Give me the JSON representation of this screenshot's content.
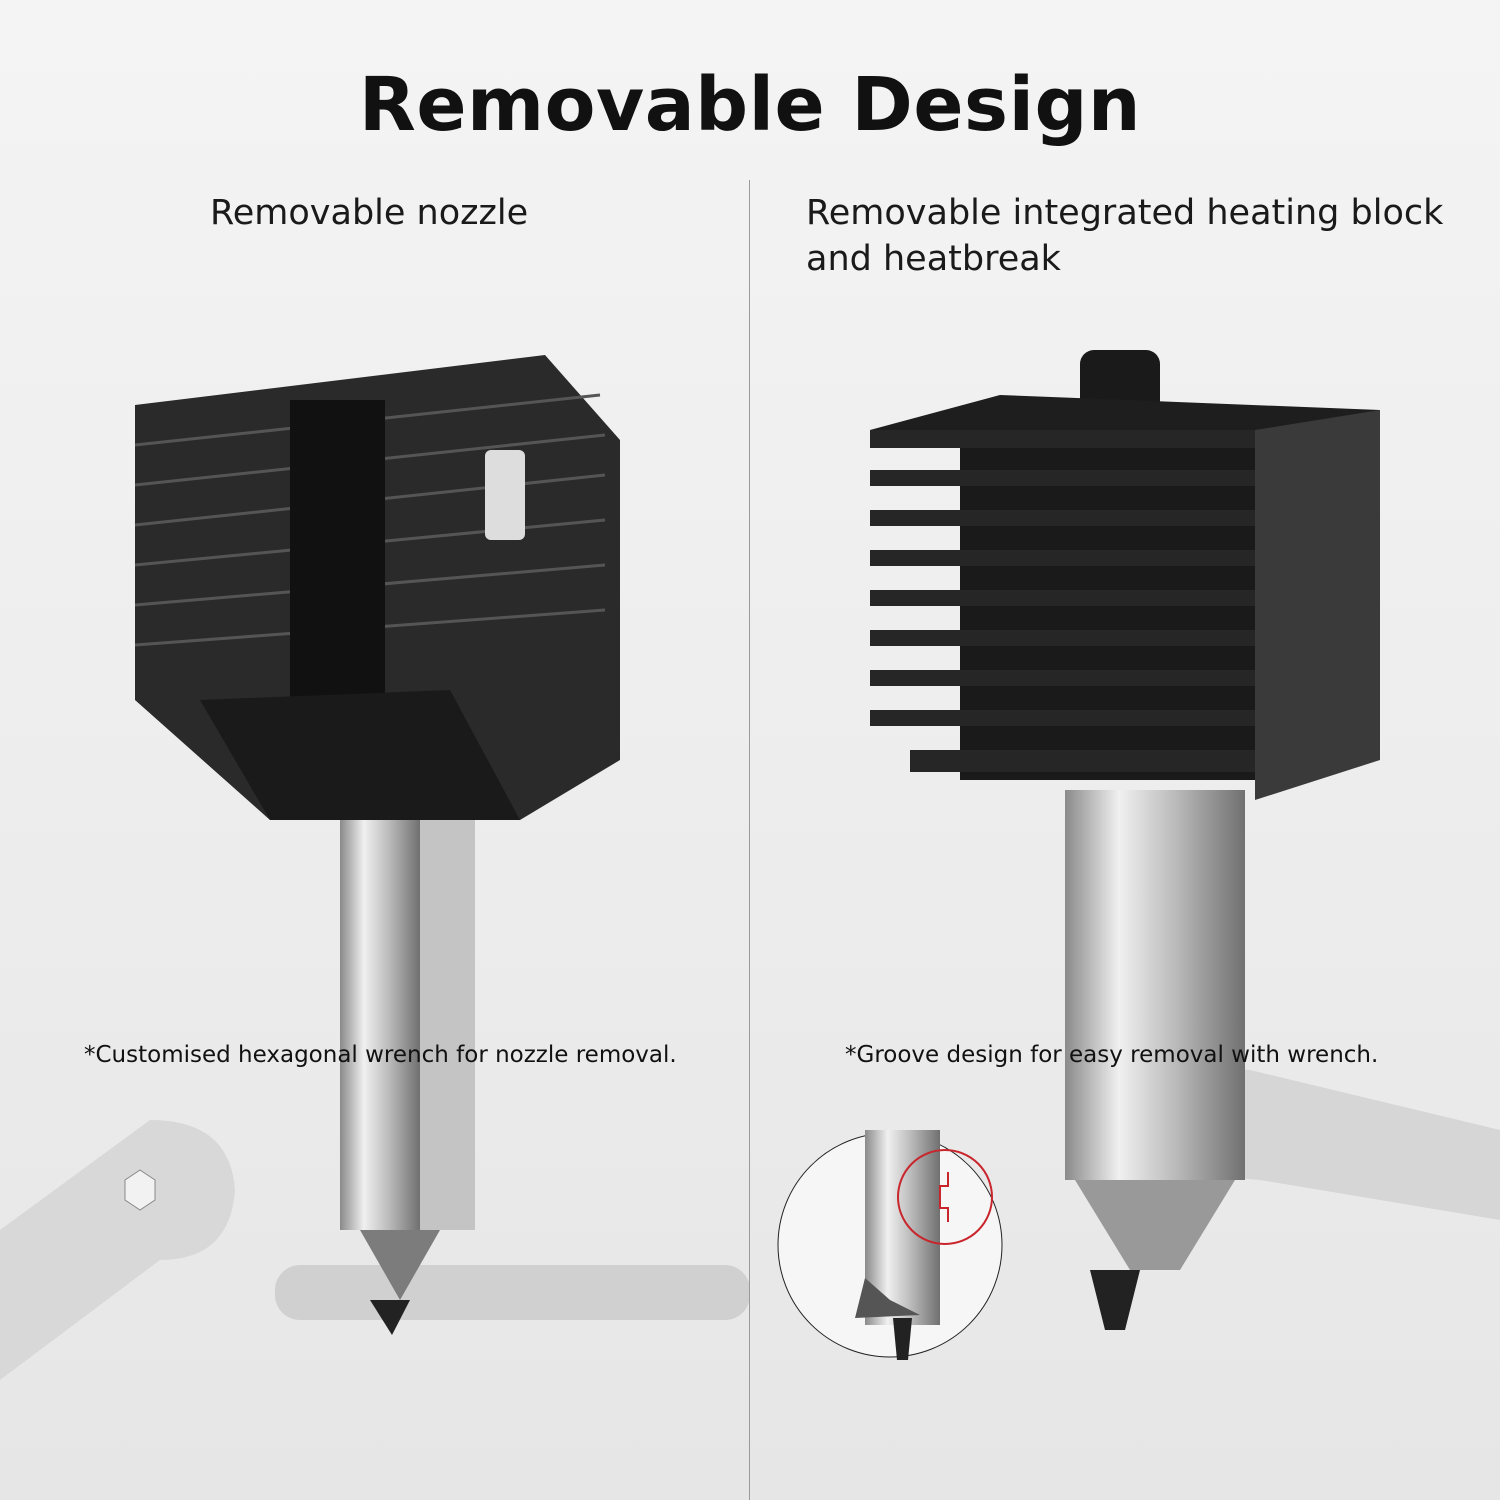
{
  "title": "Removable Design",
  "left_panel": {
    "heading": "Removable nozzle",
    "caption": "*Customised hexagonal wrench for nozzle removal."
  },
  "right_panel": {
    "heading": "Removable integrated heating block and heatbreak",
    "caption": "*Groove design for easy removal with wrench."
  },
  "colors": {
    "heatsink": "#1c1c1c",
    "metal": "#c8c8c8",
    "groove_highlight": "#c8262c"
  }
}
